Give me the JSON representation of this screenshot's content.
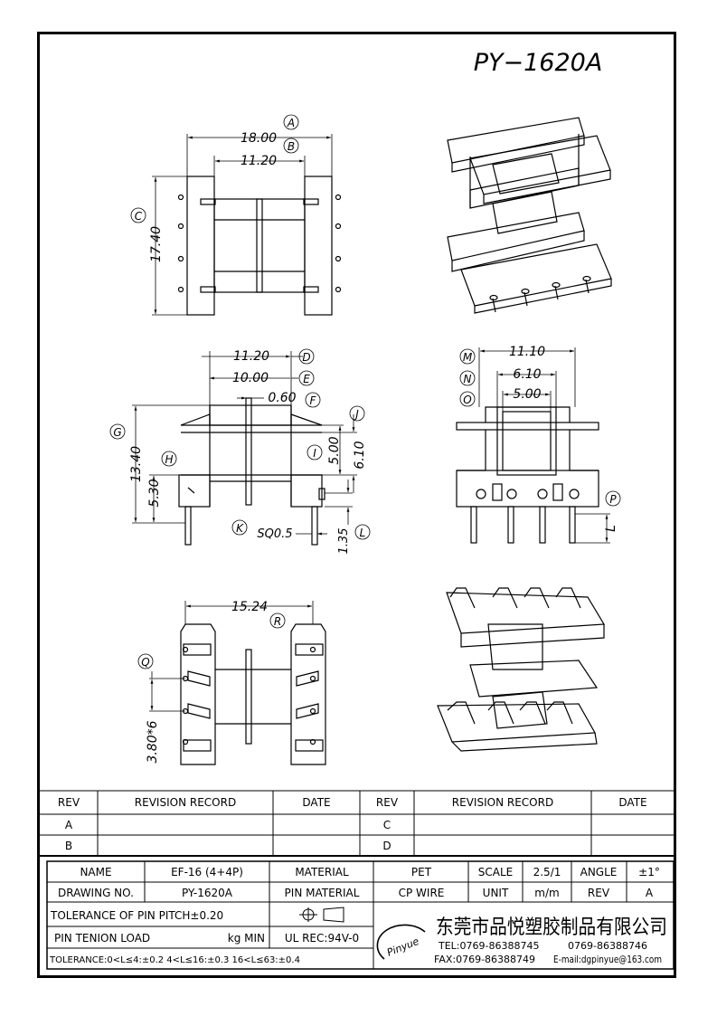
{
  "title": "PY−1620A",
  "dims": {
    "top_a": "18.00",
    "top_b": "11.20",
    "top_c": "17.40",
    "mid_d": "11.20",
    "mid_e": "10.00",
    "mid_f": "0.60",
    "mid_g": "13.40",
    "mid_h": "5.30",
    "mid_i": "5.00",
    "mid_j": "6.10",
    "mid_k": "SQ0.5",
    "mid_l": "1.35",
    "side_m": "11.10",
    "side_n": "6.10",
    "side_o": "5.00",
    "side_l": "L",
    "bot_r": "15.24",
    "bot_q": "3.80*6"
  },
  "letters": {
    "a": "A",
    "b": "B",
    "c": "C",
    "d": "D",
    "e": "E",
    "f": "F",
    "g": "G",
    "h": "H",
    "i": "I",
    "j": "J",
    "k": "K",
    "l": "L",
    "m": "M",
    "n": "N",
    "o": "O",
    "p": "P",
    "q": "Q",
    "r": "R"
  },
  "revision_table": {
    "headers": [
      "REV",
      "REVISION RECORD",
      "DATE",
      "REV",
      "REVISION RECORD",
      "DATE"
    ],
    "rows": [
      [
        "A",
        "",
        "",
        "C",
        "",
        ""
      ],
      [
        "B",
        "",
        "",
        "D",
        "",
        ""
      ]
    ]
  },
  "title_block": {
    "name_label": "NAME",
    "name_value": "EF-16 (4+4P)",
    "material_label": "MATERIAL",
    "material_value": "PET",
    "scale_label": "SCALE",
    "scale_value": "2.5/1",
    "angle_label": "ANGLE",
    "angle_value": "±1°",
    "drawing_label": "DRAWING NO.",
    "drawing_value": "PY-1620A",
    "pin_material_label": "PIN MATERIAL",
    "pin_material_value": "CP WIRE",
    "unit_label": "UNIT",
    "unit_value": "m/m",
    "rev_label": "REV",
    "rev_value": "A",
    "tolerance_pitch": "TOLERANCE OF PIN PITCH±0.20",
    "pin_tension_label": "PIN TENION LOAD",
    "pin_tension_unit": "kg MIN",
    "ul_rec": "UL REC:94V-0",
    "tolerance_general": "TOLERANCE:0<L≤4:±0.2  4<L≤16:±0.3  16<L≤63:±0.4",
    "logo_text": "Pinyue",
    "company": "东莞市品悦塑胶制品有限公司",
    "tel": "TEL:0769-86388745",
    "tel2": "0769-86388746",
    "fax": "FAX:0769-86388749",
    "email": "E-mail:dgpinyue@163.com"
  }
}
